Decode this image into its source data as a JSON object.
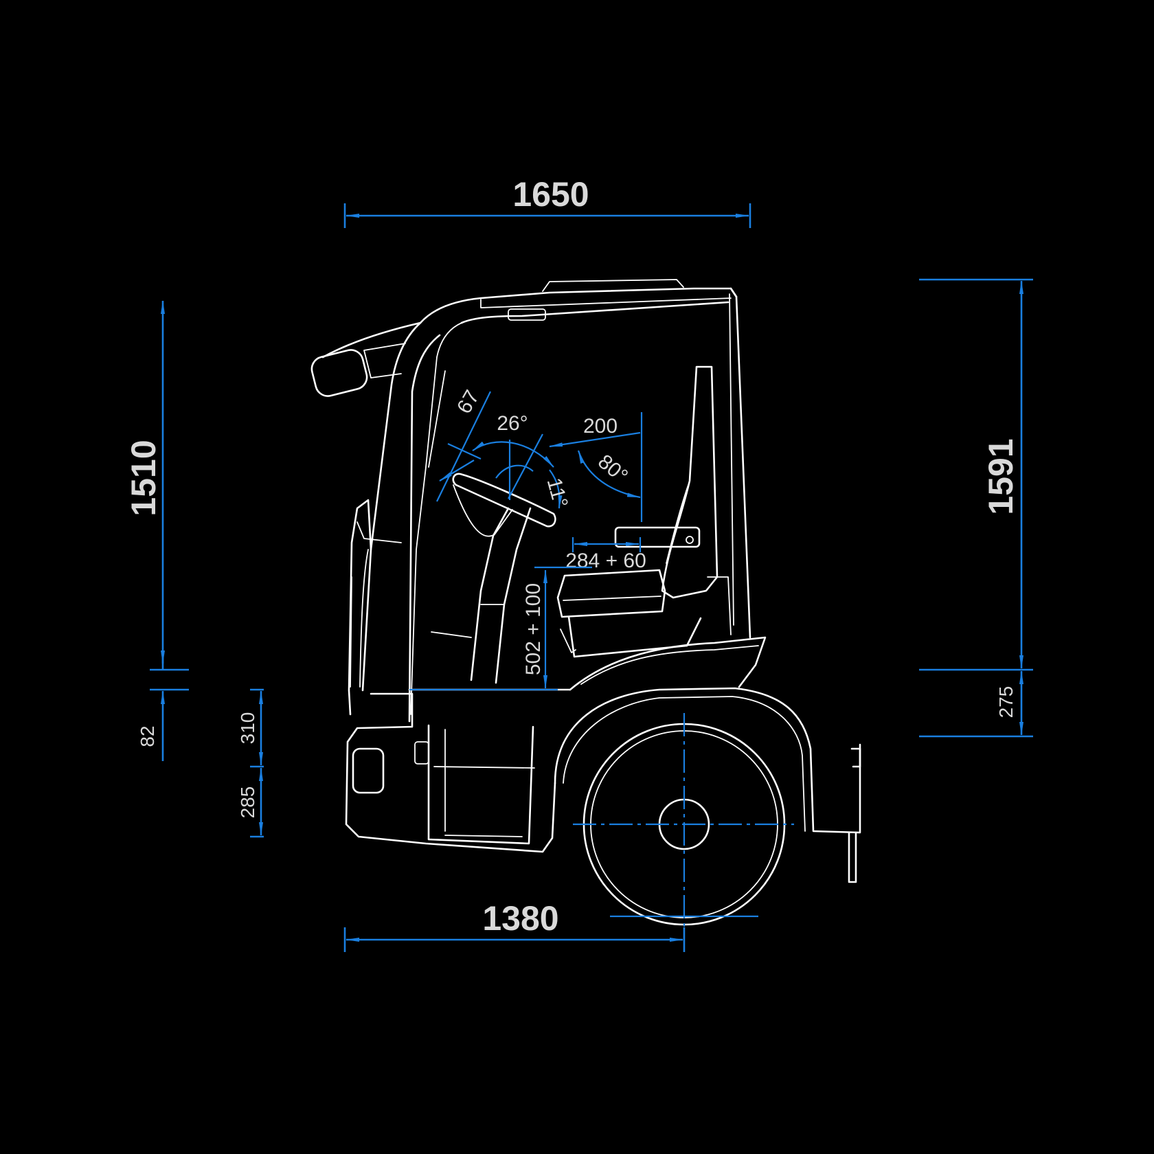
{
  "colors": {
    "background": "#000000",
    "outline": "#ffffff",
    "dimension": "#1a7fe0",
    "label": "#d9d9d9"
  },
  "dimensions": {
    "overall_length": "1650",
    "front_to_axle": "1380",
    "interior_height": "1510",
    "floor_step": "82",
    "step_upper": "310",
    "step_lower": "285",
    "total_height": "1591",
    "frame_height": "275",
    "wheel_tilt": "67",
    "wheel_adjust_angle": "26°",
    "wheel_tilt_angle": "11°",
    "backrest_travel": "200",
    "backrest_angle": "80°",
    "seat_horizontal": "284 + 60",
    "seat_vertical": "502 + 100"
  }
}
